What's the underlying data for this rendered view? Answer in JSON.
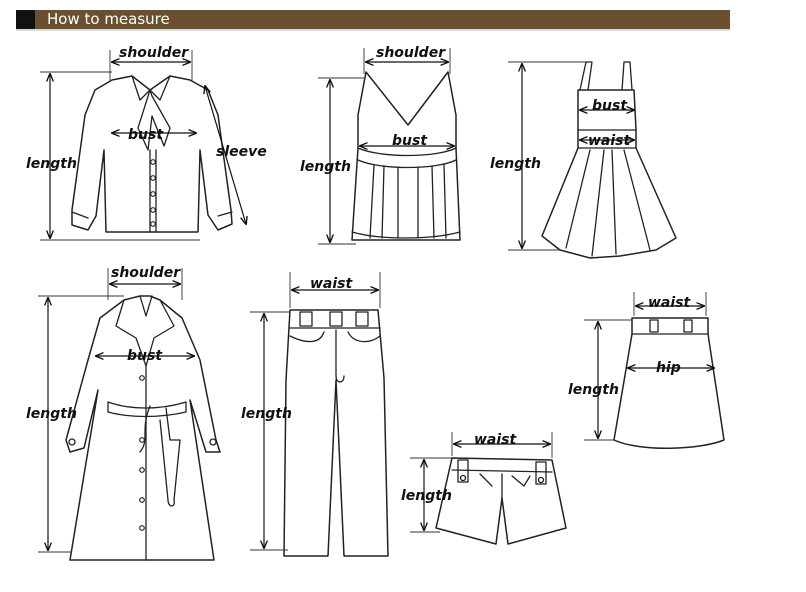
{
  "header": {
    "title": "How to measure"
  },
  "labels": {
    "shoulder": "shoulder",
    "bust": "bust",
    "length": "length",
    "sleeve": "sleeve",
    "waist": "waist",
    "hip": "hip"
  },
  "colors": {
    "header_bar": "#6b5030",
    "header_square": "#111111",
    "line": "#222222"
  }
}
